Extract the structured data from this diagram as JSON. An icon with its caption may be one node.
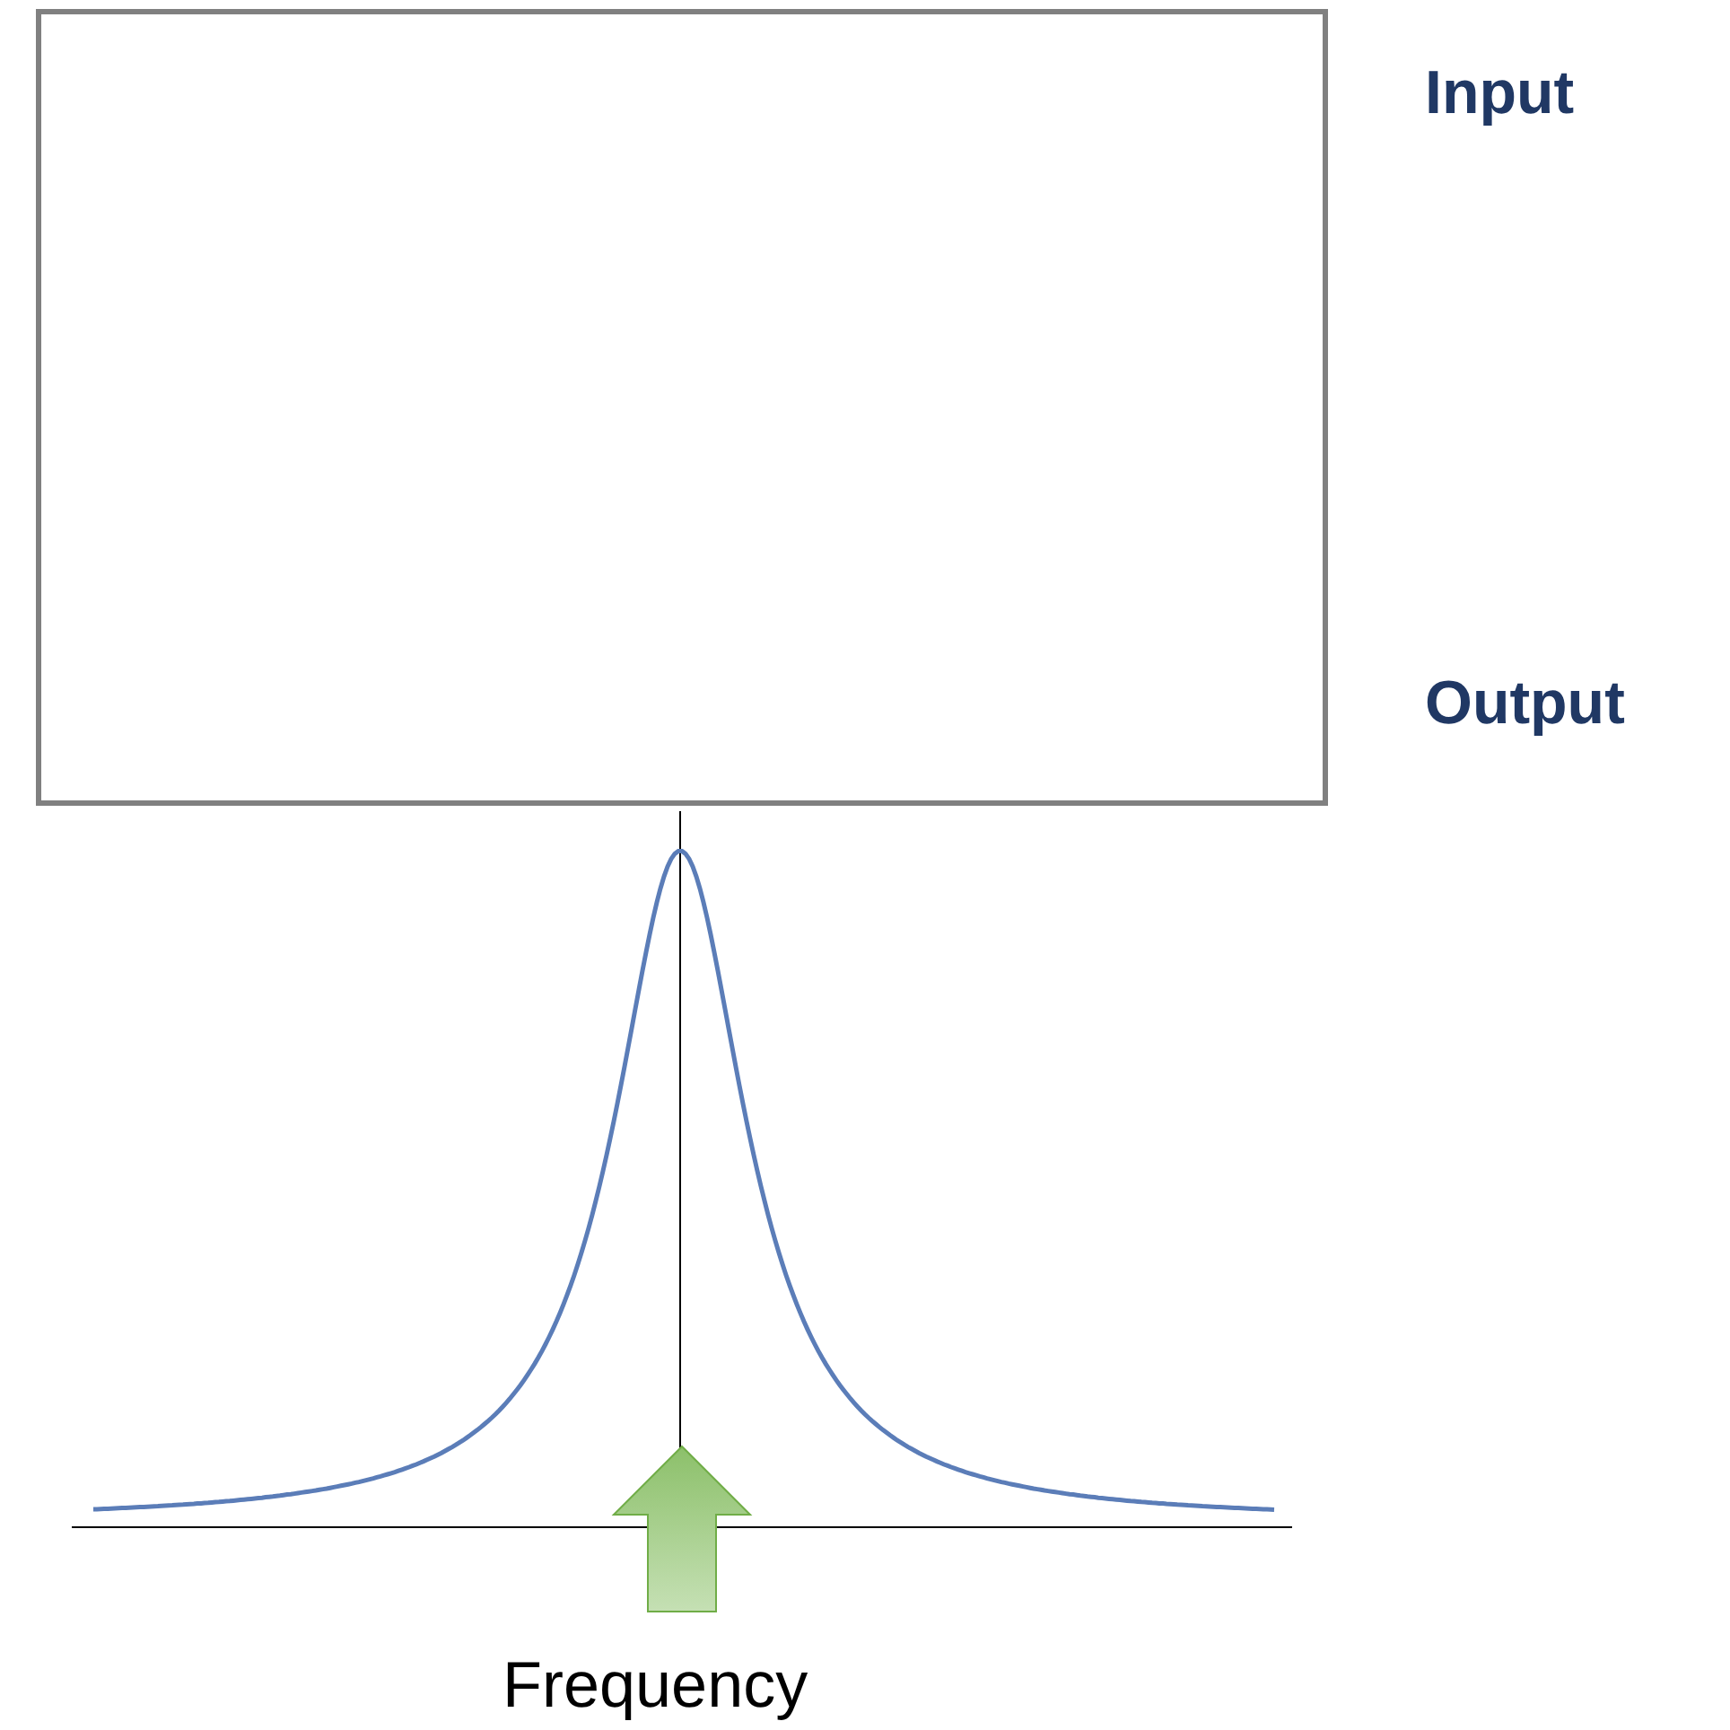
{
  "diagram": {
    "nodes": [
      {
        "text": [],
        "shape": "box"
      }
    ],
    "labels": [
      "Input",
      "Output",
      "Frequency"
    ]
  }
}
